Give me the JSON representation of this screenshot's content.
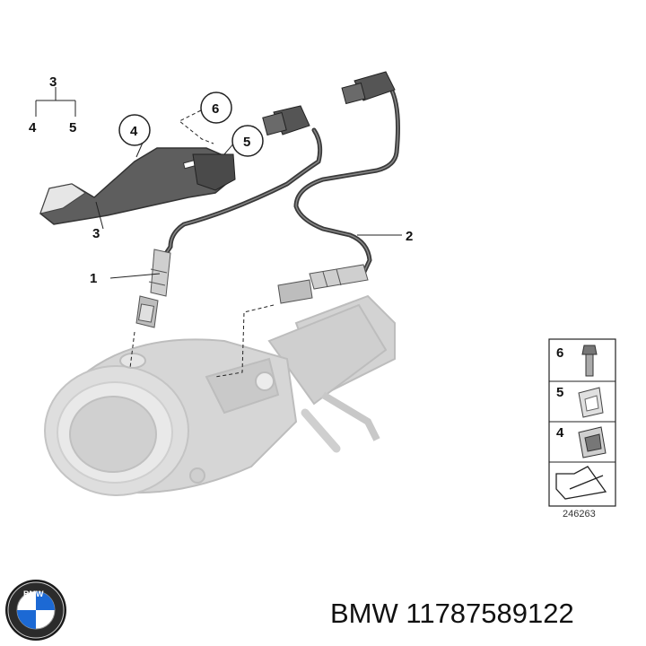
{
  "diagram": {
    "callouts": {
      "tree_top": "3",
      "tree_left": "4",
      "tree_right": "5",
      "circle_6": "6",
      "circle_4": "4",
      "circle_5": "5",
      "label_3": "3",
      "label_1": "1",
      "label_2": "2"
    },
    "legend": {
      "items": [
        {
          "number": "6",
          "icon": "bolt-icon"
        },
        {
          "number": "5",
          "icon": "clip-icon"
        },
        {
          "number": "4",
          "icon": "clamp-icon"
        },
        {
          "number": "",
          "icon": "arrow-icon"
        }
      ],
      "reference": "246263"
    }
  },
  "brand": {
    "logo_text": "BMW",
    "colors": {
      "blue": "#1c69d4",
      "ring": "#222222"
    }
  },
  "caption": {
    "make": "BMW",
    "part_number": "11787589122"
  }
}
